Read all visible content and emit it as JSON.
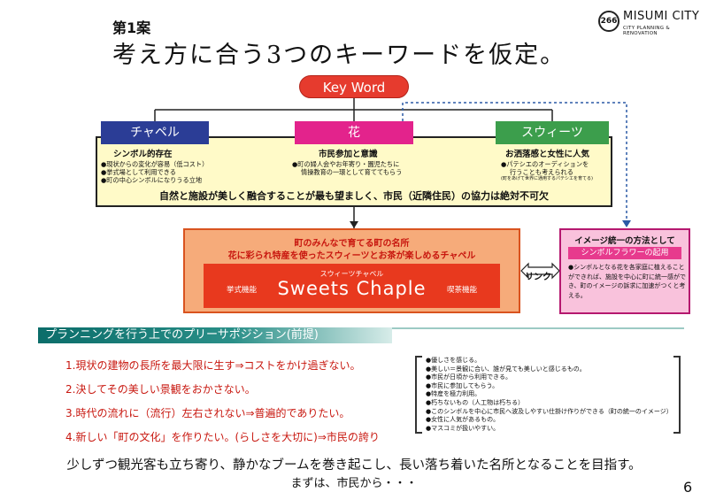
{
  "header": {
    "plan_label": "第1案",
    "title": "考え方に合う3つのキーワードを仮定。"
  },
  "logo": {
    "badge": "266",
    "name": "MISUMI CITY",
    "subtitle": "CITY PLANNING & RENOVATION"
  },
  "keyword_title": "Key Word",
  "keywords": {
    "chapel": {
      "title": "チャペル",
      "subtitle": "シンボル的存在",
      "lines": [
        "●現状からの変化が容易（低コスト）",
        "●挙式場として利用できる",
        "●町の中心シンボルになりうる立地"
      ]
    },
    "flower": {
      "title": "花",
      "subtitle": "市民参加と意識",
      "lines": [
        "●町の婦人会やお年寄り・園児たちに",
        "情操教育の一環として育ててもらう"
      ]
    },
    "sweets": {
      "title": "スウィーツ",
      "subtitle": "お洒落感と女性に人気",
      "lines": [
        "●パテシエのオーディションを",
        "行うことも考えられる",
        "(町をあげて世界に通用するパテシエを育てる)"
      ]
    }
  },
  "harmony_text": "自然と施設が美しく融合することが最も望ましく、市民（近隣住民）の協力は絶対不可欠",
  "center": {
    "line1": "町のみんなで育てる町の名所",
    "line2": "花に彩られ特産を使ったスウィーツとお茶が楽しめるチャペル",
    "kana": "スウィーツチャペル",
    "main": "Sweets Chaple",
    "left_label": "挙式機能",
    "right_label": "喫茶機能"
  },
  "link_label": "リンク",
  "image_unify": {
    "title": "イメージ統一の方法として",
    "badge": "シンボルフラワーの起用",
    "text": "●シンボルとなる花を各家庭に植えることができれば、施設を中心に町に統一感ができ、町のイメージの訴求に加速がつくと考える。"
  },
  "section_title": "プランニングを行う上でのプリーサポジション(前提)",
  "premises": [
    "1.現状の建物の長所を最大限に生す⇒コストをかけ過ぎない。",
    "2.決してその美しい景観をおかさない。",
    "3.時代の流れに（流行）左右されない⇒普遍的でありたい。",
    "4.新しい「町の文化」を作りたい。(らしさを大切に)⇒市民の誇り"
  ],
  "notes": [
    "●優しさを感じる。",
    "●美しい＝景観に合い、誰が見ても美しいと感じるもの。",
    "●市民が日頃から利用できる。",
    "●市民に参加してもらう。",
    "●特産を極力利用。",
    "●朽ちないもの（人工物は朽ちる）",
    "●このシンボルを中心に市民へ波及しやすい仕掛け作りができる（町の統一のイメージ）",
    "●女性に人気があるもの。",
    "●マスコミが扱いやすい。"
  ],
  "footer": {
    "line1": "少しずつ観光客も立ち寄り、静かなブームを巻き起こし、長い落ち着いた名所となることを目指す。",
    "line2": "まずは、市民から・・・"
  },
  "page_number": "6",
  "colors": {
    "keyword_red": "#e63b2e",
    "chapel_blue": "#2b3d96",
    "flower_pink": "#e3238c",
    "sweets_green": "#3c9e4c",
    "panel_yellow": "#fffac8",
    "center_orange": "#f6ab7a",
    "pink_panel": "#f9c2dc",
    "banner_teal": "#0b6d6a",
    "premise_red": "#c8170f"
  }
}
